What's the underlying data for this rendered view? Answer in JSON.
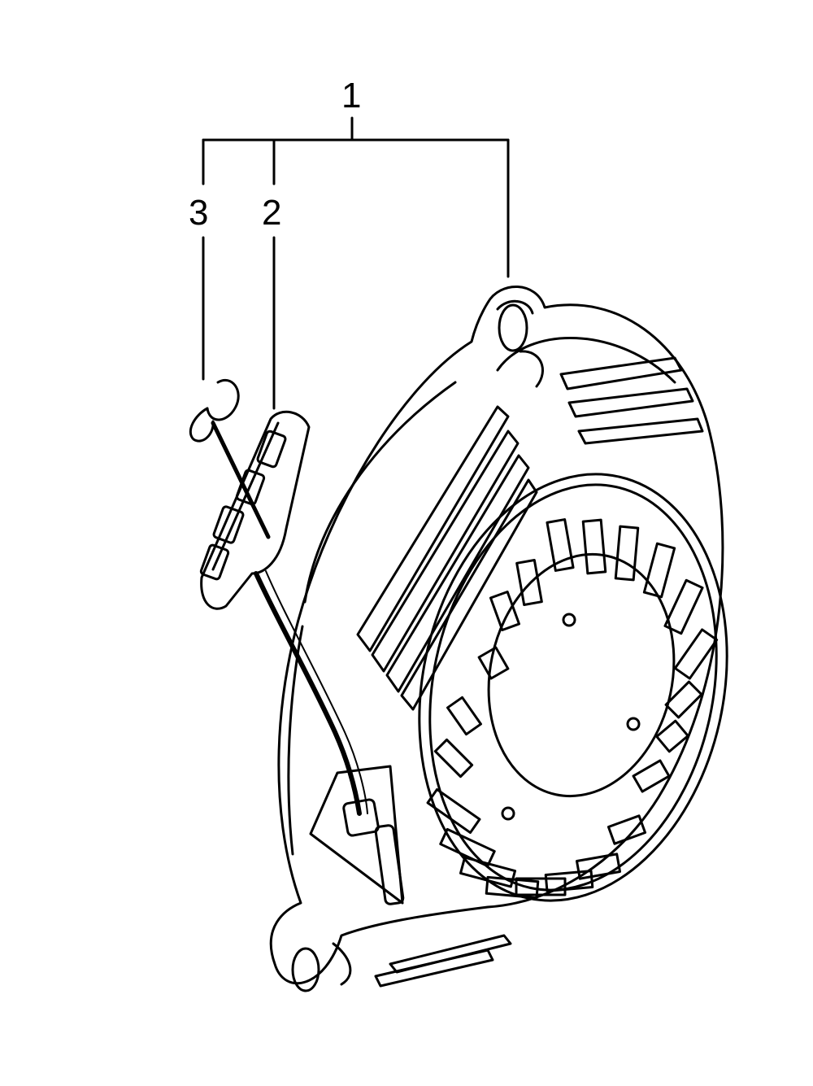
{
  "colors": {
    "ink": "#000000",
    "paper": "#ffffff"
  },
  "callouts": [
    {
      "number": "1",
      "part": "recoil-starter-assembly"
    },
    {
      "number": "2",
      "part": "starter-grip"
    },
    {
      "number": "3",
      "part": "rope-knot-end"
    }
  ]
}
